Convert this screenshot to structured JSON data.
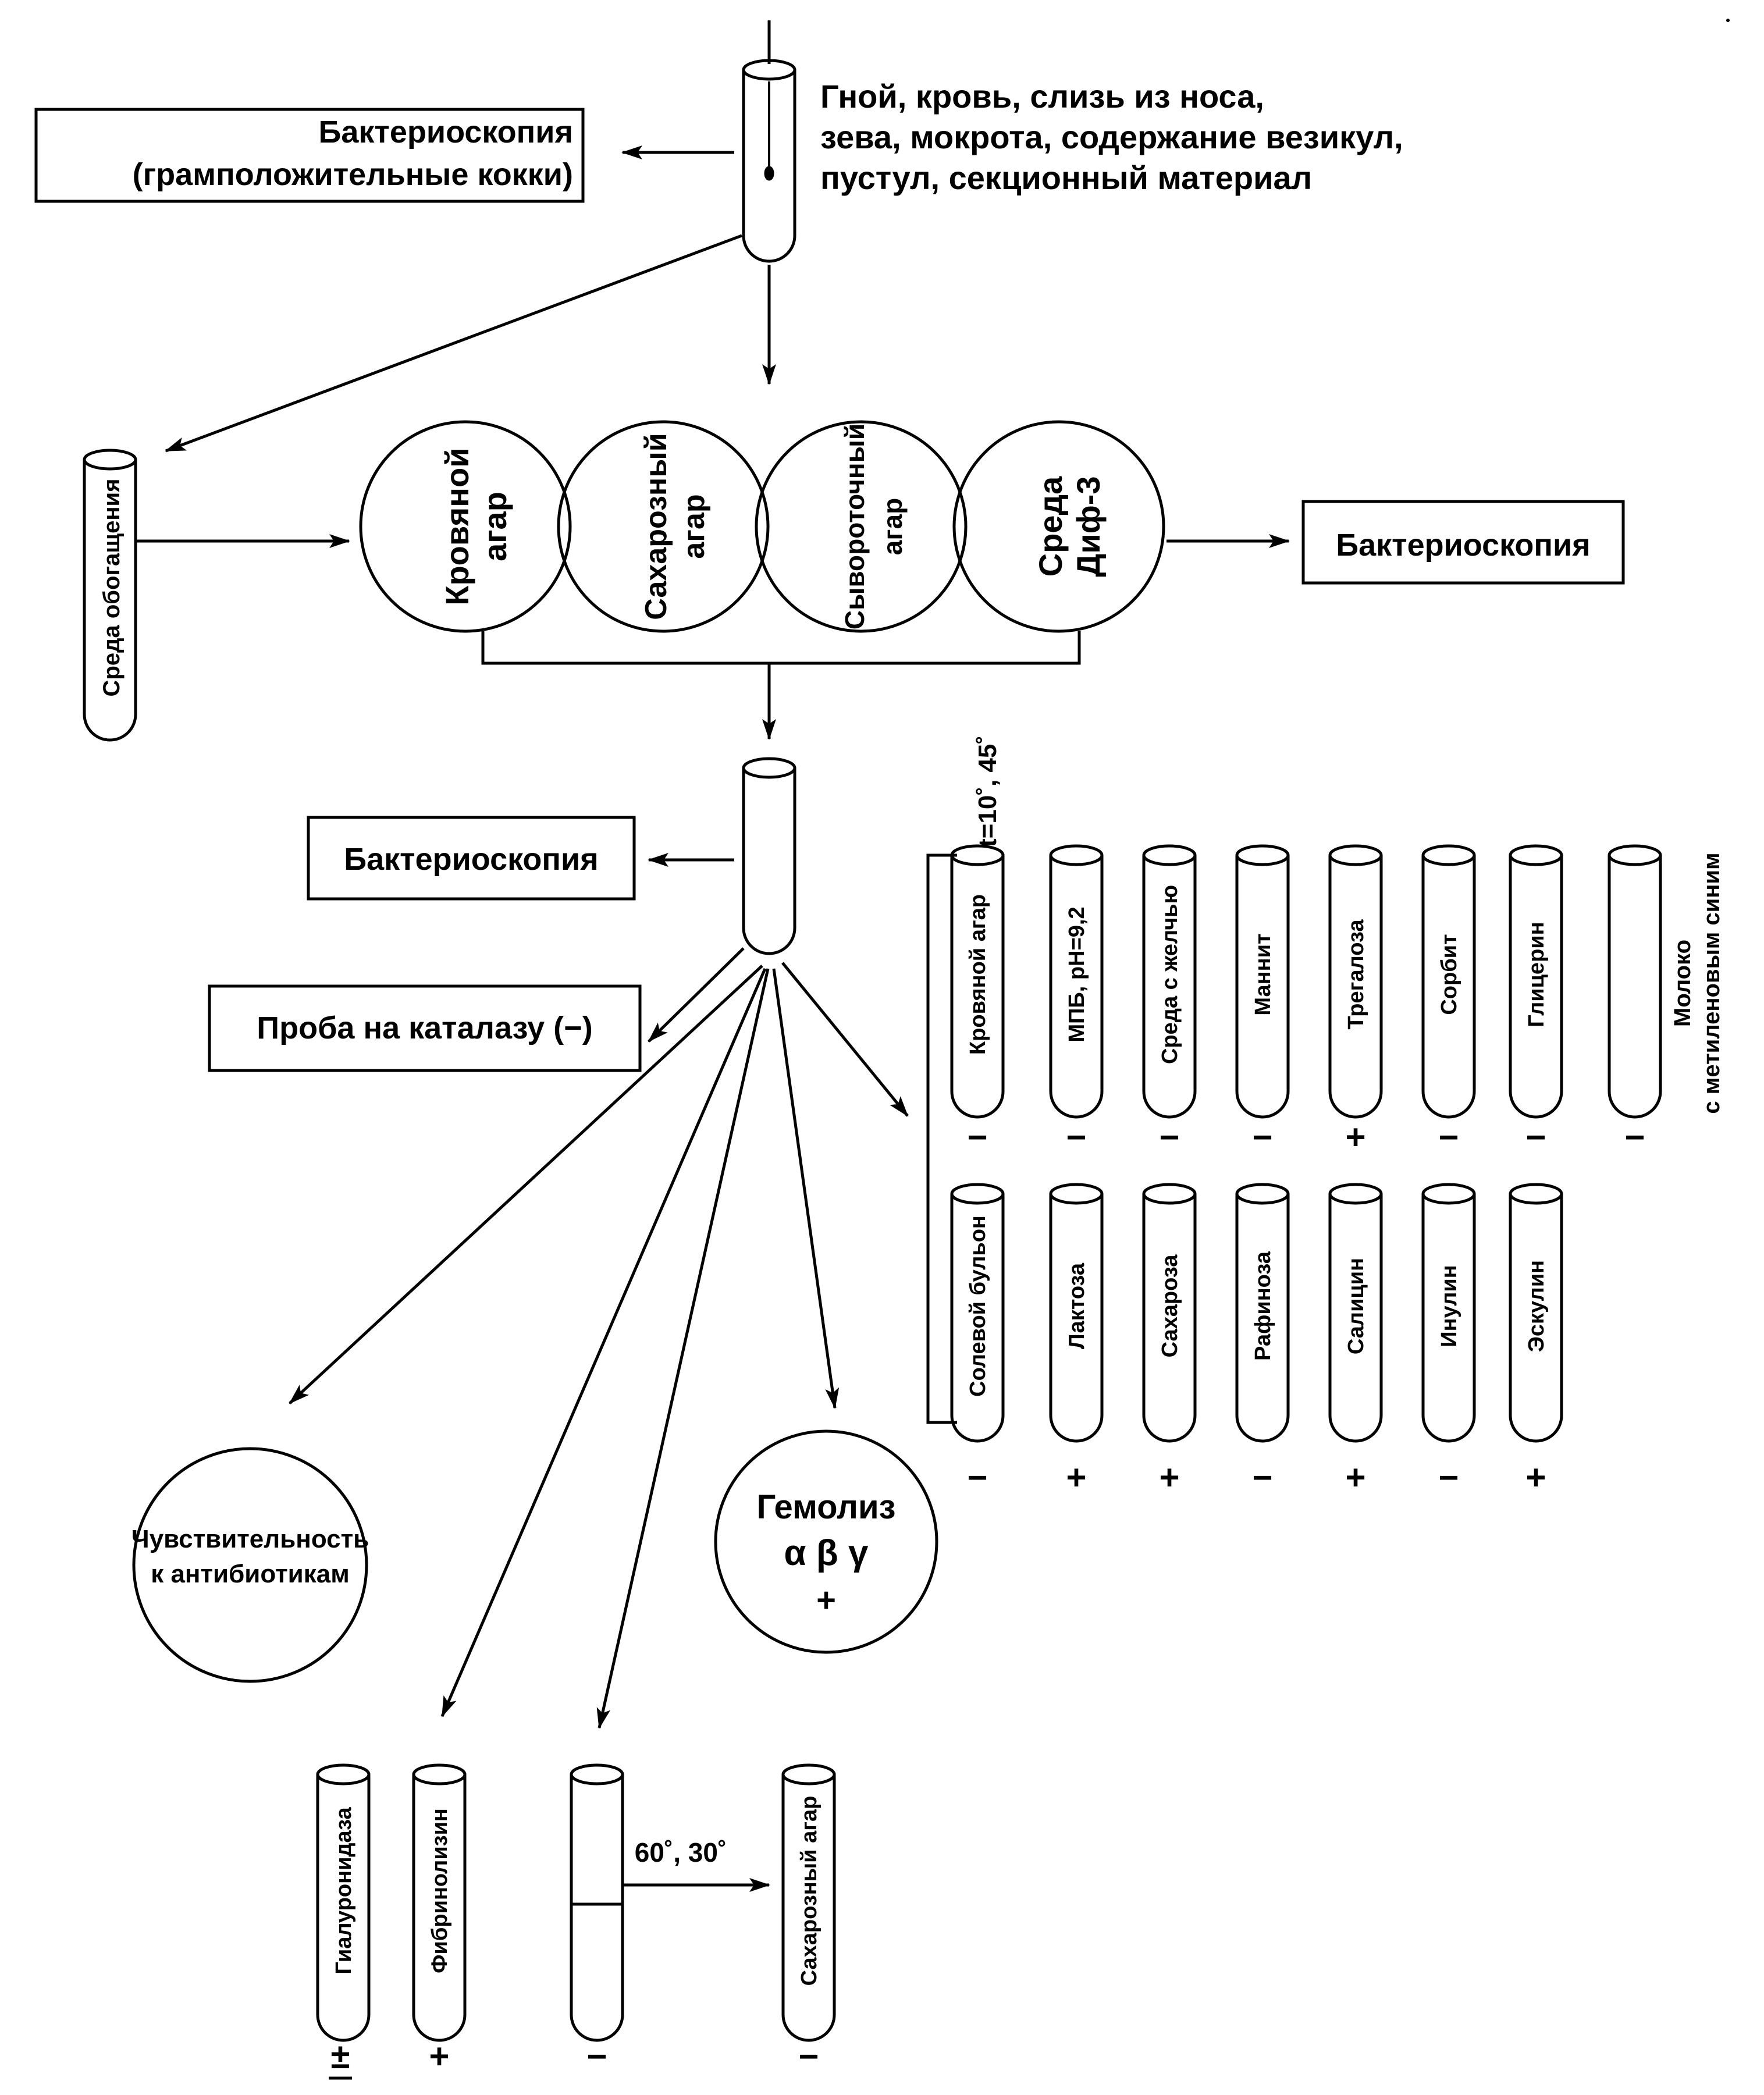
{
  "specimen": {
    "lines": [
      "Гной, кровь, слизь из носа,",
      "зева, мокрота, содержание везикул,",
      "пустул,  секционный материал"
    ]
  },
  "bacterioscopy_top": {
    "line1": "Бактериоскопия",
    "line2": "(грамположительные кокки)"
  },
  "enrichment_medium": "Среда обогащения",
  "plates": [
    {
      "line1": "Кровяной",
      "line2": "агар"
    },
    {
      "line1": "Сахарозный",
      "line2": "агар"
    },
    {
      "line1": "Сывороточный",
      "line2": "агар"
    },
    {
      "line1": "Среда",
      "line2": "Диф-3"
    }
  ],
  "bacterioscopy_right": "Бактериоскопия",
  "bacterioscopy_mid": "Бактериоскопия",
  "catalase_test": "Проба на каталазу (−)",
  "incubation_label": "t=10˚, 45˚",
  "tubes_row1": [
    {
      "label": "Кровяной агар",
      "result": "−"
    },
    {
      "label": "МПБ, pH=9,2",
      "result": "−"
    },
    {
      "label": "Среда с желчью",
      "result": "−"
    },
    {
      "label": "Маннит",
      "result": "−"
    },
    {
      "label": "Трегалоза",
      "result": "+"
    },
    {
      "label": "Сорбит",
      "result": "−"
    },
    {
      "label": "Глицерин",
      "result": "−"
    },
    {
      "label": "",
      "result": "−"
    }
  ],
  "milk_label": {
    "line1": "Молоко",
    "line2": "с метиленовым синим"
  },
  "tubes_row2": [
    {
      "label": "Солевой бульон",
      "result": "−"
    },
    {
      "label": "Лактоза",
      "result": "+"
    },
    {
      "label": "Сахароза",
      "result": "+"
    },
    {
      "label": "Рафиноза",
      "result": "−"
    },
    {
      "label": "Салицин",
      "result": "+"
    },
    {
      "label": "Инулин",
      "result": "−"
    },
    {
      "label": "Эскулин",
      "result": "+"
    }
  ],
  "sensitivity": {
    "line1": "Чувствительность",
    "line2": "к антибиотикам"
  },
  "hemolysis": {
    "line1": "Гемолиз",
    "line2": "α β γ",
    "line3": "+"
  },
  "bottom_tubes": [
    {
      "label": "Гиалуронидаза",
      "result": "±"
    },
    {
      "label": "Фибринолизин",
      "result": "+"
    },
    {
      "label": "",
      "result": "−"
    },
    {
      "label": "Сахарозный агар",
      "result": "−"
    }
  ],
  "heat_label": "60˚, 30˚"
}
